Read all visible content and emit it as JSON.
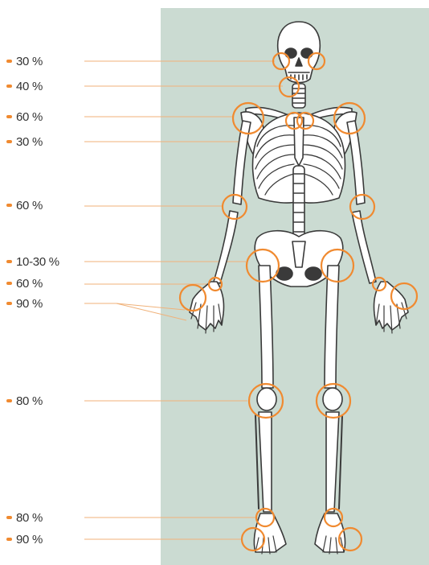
{
  "colors": {
    "panel": "#cbdbd2",
    "accent": "#f08a30",
    "leader": "#f0b27a",
    "bone": "#ffffff",
    "outline": "#3a3a3a",
    "text": "#333333"
  },
  "labels": [
    {
      "id": "skull",
      "text": "30 %"
    },
    {
      "id": "neck",
      "text": "40 %"
    },
    {
      "id": "shoulder",
      "text": "60 %"
    },
    {
      "id": "sternum",
      "text": "30 %"
    },
    {
      "id": "elbow",
      "text": "60 %"
    },
    {
      "id": "hip",
      "text": "10-30 %"
    },
    {
      "id": "wrist",
      "text": "60 %"
    },
    {
      "id": "hand",
      "text": "90 %"
    },
    {
      "id": "knee",
      "text": "80 %"
    },
    {
      "id": "ankle",
      "text": "80 %"
    },
    {
      "id": "foot",
      "text": "90 %"
    }
  ]
}
